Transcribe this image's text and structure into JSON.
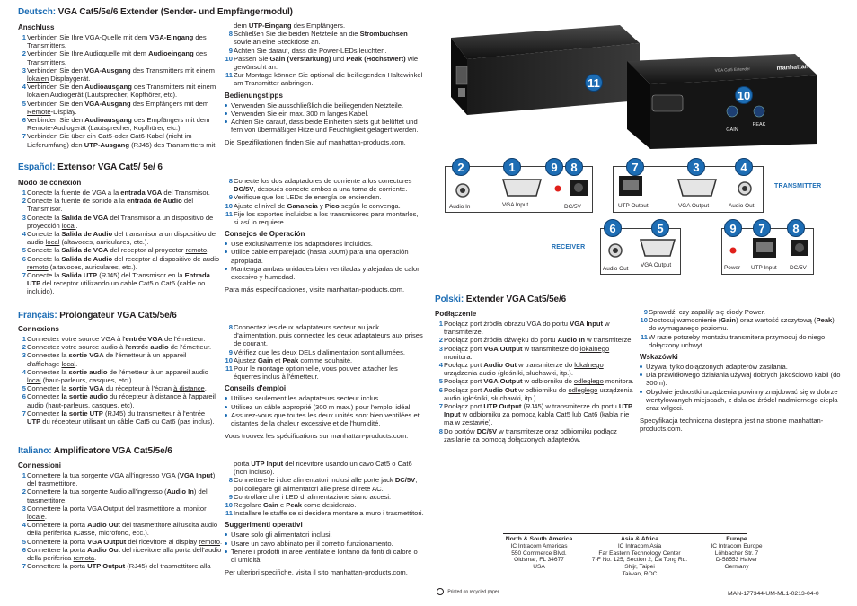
{
  "de": {
    "lang": "Deutsch:",
    "title": "VGA Cat5/5e/6 Extender (Sender- und Empfängermodul)",
    "h_connect": "Anschluss",
    "steps": [
      {
        "n": "1",
        "t": "Verbinden Sie Ihre VGA-Quelle mit dem <b>VGA-Eingang</b> des Transmitters."
      },
      {
        "n": "2",
        "t": "Verbinden Sie Ihre Audioquelle mit dem <b>Audioeingang</b> des Transmitters."
      },
      {
        "n": "3",
        "t": "Verbinden Sie den <b>VGA-Ausgang</b> des Transmitters mit einem <u>lokalen</u> Displaygerät."
      },
      {
        "n": "4",
        "t": "Verbinden Sie den <b>Audioausgang</b> des Transmitters mit einem lokalen Audiogerät (Lautsprecher, Kopfhörer, etc)."
      },
      {
        "n": "5",
        "t": "Verbinden Sie den <b>VGA-Ausgang</b> des Empfängers mit dem <u>Remote</u>-Display."
      },
      {
        "n": "6",
        "t": "Verbinden Sie den <b>Audioausgang</b> des Empfängers mit dem Remote-Audiogerät (Lautsprecher, Kopfhörer, etc.)."
      },
      {
        "n": "7",
        "t": "Verbinden Sie über ein Cat5-oder Cat6-Kabel (nicht im Lieferumfang) den <b>UTP-Ausgang</b> (RJ45) des Transmitters mit"
      }
    ],
    "steps2": [
      {
        "n": "",
        "t": "dem <b>UTP-Eingang</b> des Empfängers."
      },
      {
        "n": "8",
        "t": "Schließen Sie die beiden Netzteile an die <b>Strombuchsen</b> sowie an eine Steckdose an."
      },
      {
        "n": "9",
        "t": "Achten Sie darauf, dass die Power-LEDs leuchten."
      },
      {
        "n": "10",
        "t": "Passen Sie <b>Gain (Verstärkung)</b> und <b>Peak (Höchstwert)</b> wie gewünscht an."
      },
      {
        "n": "11",
        "t": "Zur Montage können Sie optional die beiliegenden Haltewinkel am Transmitter anbringen."
      }
    ],
    "h_tips": "Bedienungstipps",
    "tips": [
      "Verwenden Sie ausschließlich die beiliegenden Netzteile.",
      "Verwenden Sie ein max. 300 m langes Kabel.",
      "Achten Sie darauf, dass beide Einheiten stets gut belüftet und fern von übermäßiger Hitze und Feuchtigkeit gelagert werden."
    ],
    "note": "Die Spezifikationen finden Sie auf manhattan-products.com."
  },
  "es": {
    "lang": "Español:",
    "title": "Extensor VGA Cat5/ 5e/ 6",
    "h_connect": "Modo de conexión",
    "steps": [
      {
        "n": "1",
        "t": "Conecte la fuente de VGA a la <b>entrada VGA</b> del Transmisor."
      },
      {
        "n": "2",
        "t": "Conecte la fuente de sonido a la <b>entrada de Audio</b> del Transmisor."
      },
      {
        "n": "3",
        "t": "Conecte la <b>Salida de VGA</b> del Transmisor a un dispositivo de proyección <u>local</u>."
      },
      {
        "n": "4",
        "t": "Conecte la <b>Salida de Audio</b> del transmisor a un dispositivo de audio <u>local</u> (altavoces, auriculares, etc.)."
      },
      {
        "n": "5",
        "t": "Conecte la <b>Salida de VGA</b> del receptor al proyector <u>remoto</u>."
      },
      {
        "n": "6",
        "t": "Conecte la <b>Salida de Audio</b> del receptor al dispositivo de audio <u>remoto</u> (altavoces, auriculares, etc.)."
      },
      {
        "n": "7",
        "t": "Conecte la <b>Salida UTP</b> (RJ45) del Transmisor en la <b>Entrada UTP</b> del receptor utilizando un cable Cat5 o Cat6 (cable no incluido)."
      }
    ],
    "steps2": [
      {
        "n": "8",
        "t": "Conecte los dos adaptadores de corriente a los conectores <b>DC/5V</b>, después conecte ambos a una toma de corriente."
      },
      {
        "n": "9",
        "t": "Verifique que los LEDs de energía se encienden."
      },
      {
        "n": "10",
        "t": "Ajuste el nivel de <b>Ganancia</b> y <b>Pico</b> según le convenga."
      },
      {
        "n": "11",
        "t": "Fije los soportes incluidos a los transmisores para montarlos, si así lo requiere."
      }
    ],
    "h_tips": "Consejos de Operación",
    "tips": [
      "Use exclusivamente los adaptadores incluidos.",
      "Utilice cable emparejado (hasta 300m) para una operación apropiada.",
      "Mantenga ambas unidades bien ventiladas y alejadas de calor excesivo y humedad."
    ],
    "note": "Para más especificaciones, visite manhattan-products.com."
  },
  "fr": {
    "lang": "Français:",
    "title": "Prolongateur VGA Cat5/5e/6",
    "h_connect": "Connexions",
    "steps": [
      {
        "n": "1",
        "t": "Connectez votre source VGA à l'<b>entrée VGA</b> de l'émetteur."
      },
      {
        "n": "2",
        "t": "Connectez votre source audio à l'<b>entrée audio</b> de l'émetteur."
      },
      {
        "n": "3",
        "t": "Connectez la <b>sortie VGA</b> de l'émetteur à un appareil d'affichage <u>local</u>."
      },
      {
        "n": "4",
        "t": "Connectez la <b>sortie audio</b> de l'émetteur à un appareil audio <u>local</u> (haut-parleurs, casques, etc.)."
      },
      {
        "n": "5",
        "t": "Connectez la <b>sortie VGA</b> du récepteur à l'écran <u>à distance</u>."
      },
      {
        "n": "6",
        "t": "Connectez <b>la sortie audio</b> du récepteur <u>à distance</u> à l'appareil audio (haut-parleurs, casques, etc)."
      },
      {
        "n": "7",
        "t": "Connectez <b>la sortie UTP</b> (RJ45) du transmetteur à l'entrée <b>UTP</b> du récepteur utilisant un câble Cat5 ou Cat6 (pas inclus)."
      }
    ],
    "steps2": [
      {
        "n": "8",
        "t": "Connectez les deux adaptateurs secteur au jack d'alimentation, puis connectez les deux adaptateurs aux prises de courant."
      },
      {
        "n": "9",
        "t": "Vérifiez que les deux DELs d'alimentation sont allumées."
      },
      {
        "n": "10",
        "t": "Ajustez <b>Gain</b> et <b>Peak</b> comme souhaité."
      },
      {
        "n": "11",
        "t": "Pour le montage optionnelle, vous pouvez attacher les équerres inclus à l'émetteur."
      }
    ],
    "h_tips": "Conseils d'emploi",
    "tips": [
      "Utilisez seulement les adaptateurs secteur inclus.",
      "Utilisez un câble approprié (300 m max.) pour l'emploi idéal.",
      "Assurez-vous que toutes les deux unités sont bien ventilées et distantes de la chaleur excessive et de l'humidité."
    ],
    "note": "Vous trouvez les spécifications sur manhattan-products.com."
  },
  "it": {
    "lang": "Italiano:",
    "title": "Amplificatore VGA Cat5/5e/6",
    "h_connect": "Connessioni",
    "steps": [
      {
        "n": "1",
        "t": "Connettere la tua sorgente VGA all'ingresso VGA (<b>VGA Input</b>) del trasmettitore."
      },
      {
        "n": "2",
        "t": "Connettere la tua sorgente Audio all'ingresso (<b>Audio In</b>) del trasmettitore."
      },
      {
        "n": "3",
        "t": "Connettere la porta VGA Output del trasmettitore al monitor <u>locale</u>."
      },
      {
        "n": "4",
        "t": "Connettere la porta <b>Audio Out</b> del trasmettitore all'uscita audio della periferica (Casse, microfono, ecc.)."
      },
      {
        "n": "5",
        "t": "Connettere la porta <b>VGA Output</b> del ricevitore al display <u>remoto</u>."
      },
      {
        "n": "6",
        "t": "Connettere la porta <b>Audio Out</b> del ricevitore alla porta dell'audio della periferica <u>remota</u>."
      },
      {
        "n": "7",
        "t": "Connettere la porta <b>UTP Output</b> (RJ45) del trasmettitore alla"
      }
    ],
    "steps2": [
      {
        "n": "",
        "t": "porta <b>UTP Input</b> del ricevitore usando un cavo Cat5 o Cat6 (non incluso)."
      },
      {
        "n": "8",
        "t": "Connettere le i due alimentatori inclusi alle porte jack <b>DC/5V</b>, poi collegare gli alimentatori alle prese di rete AC."
      },
      {
        "n": "9",
        "t": "Controllare che i LED di alimentazione siano accesi."
      },
      {
        "n": "10",
        "t": "Regolare <b>Gain</b> e <b>Peak</b> come desiderato."
      },
      {
        "n": "11",
        "t": "Installare le staffe se si desidera montare a muro i trasmettitori."
      }
    ],
    "h_tips": "Suggerimenti operativi",
    "tips": [
      "Usare solo gli alimentatori inclusi.",
      "Usare un cavo abbinato per il corretto funzionamento.",
      "Tenere i prodotti in aree ventilate e lontano da fonti di calore o di umidità."
    ],
    "note": "Per ulteriori specifiche, visita il sito manhattan-products.com."
  },
  "pl": {
    "lang": "Polski:",
    "title": "Extender VGA Cat5/5e/6",
    "h_connect": "Podłączenie",
    "steps": [
      {
        "n": "1",
        "t": "Podłącz port źródła obrazu VGA do portu <b>VGA Input</b> w transmiterze."
      },
      {
        "n": "2",
        "t": "Podłącz port źródła dźwięku do portu <b>Audio In</b> w transmiterze."
      },
      {
        "n": "3",
        "t": "Podłącz port <b>VGA Output</b> w transmiterze do <u>lokalnego</u> monitora."
      },
      {
        "n": "4",
        "t": "Podłącz port <b>Audio Out</b> w transmiterze do <u>lokalnego</u> urządzenia audio (głośniki, słuchawki, itp.)."
      },
      {
        "n": "5",
        "t": "Podłącz port <b>VGA Output</b> w odbiorniku do <u>odległego</u> monitora."
      },
      {
        "n": "6",
        "t": "Podłącz port <b>Audio Out</b> w odbiorniku do <u>odległego</u> urządzenia audio (głośniki, słuchawki, itp.)"
      },
      {
        "n": "7",
        "t": "Podłącz port <b>UTP Output</b> (RJ45) w transmiterze do portu <b>UTP Input</b> w odbiorniku za pomocą kabla Cat5 lub Cat6 (kabla nie ma w zestawie)."
      },
      {
        "n": "8",
        "t": "Do portów <b>DC/5V</b> w transmiterze oraz odbiorniku podłącz zasilanie za pomocą dołączonych adapterów."
      }
    ],
    "steps2": [
      {
        "n": "9",
        "t": "Sprawdź, czy zapaliły się diody Power."
      },
      {
        "n": "10",
        "t": "Dostosuj wzmocnienie (<b>Gain</b>) oraz wartość szczytową (<b>Peak</b>) do wymaganego poziomu."
      },
      {
        "n": "11",
        "t": "W razie potrzeby montażu transmitera przymocuj do niego dołączony uchwyt."
      }
    ],
    "h_tips": "Wskazówki",
    "tips": [
      "Używaj tylko dołączonych adapterów zasilania.",
      "Dla prawidłowego działania używaj dobrych jakościowo kabli (do 300m).",
      "Obydwie jednostki urządzenia powinny znajdować się w dobrze wentylowanych miejscach, z dala od źródeł nadmiernego ciepła oraz wilgoci."
    ],
    "note": "Specyfikacja techniczna dostępna jest na stronie manhattan-products.com."
  },
  "diagram": {
    "transmitter_tag": "TRANSMITTER",
    "receiver_tag": "RECEIVER",
    "tx_left": {
      "audio_in": "Audio In",
      "vga_input": "VGA Input",
      "dc": "DC/5V"
    },
    "tx_right": {
      "utp_output": "UTP Output",
      "vga_output": "VGA Output",
      "audio_out": "Audio Out"
    },
    "rx_left": {
      "audio_out": "Audio Out",
      "vga_output": "VGA Output"
    },
    "rx_right": {
      "power": "Power",
      "utp_input": "UTP Input",
      "dc": "DC/5V"
    },
    "badges": {
      "b2": "2",
      "b1": "1",
      "b9": "9",
      "b8": "8",
      "b7": "7",
      "b3": "3",
      "b4": "4",
      "b6": "6",
      "b5": "5",
      "b9r": "9",
      "b7r": "7",
      "b8r": "8",
      "b11": "11",
      "b10": "10"
    },
    "photo": {
      "gain": "GAIN",
      "peak": "PEAK",
      "brand": "manhattan",
      "model": "VGA Cat5 Extender"
    }
  },
  "footer": {
    "na": {
      "h": "North & South America",
      "l1": "IC Intracom Americas",
      "l2": "550 Commerce Blvd.",
      "l3": "Oldsmar, FL 34677",
      "l4": "USA"
    },
    "asia": {
      "h": "Asia & Africa",
      "l1": "IC Intracom Asia",
      "l2": "Far Eastern Technology Center",
      "l3": "7-F No. 125, Section 2, Da Tong Rd.",
      "l4": "Shijr, Taipei",
      "l5": "Taiwan, ROC"
    },
    "eu": {
      "h": "Europe",
      "l1": "IC Intracom Europe",
      "l2": "Löhbacher Str. 7",
      "l3": "D-58553 Halver",
      "l4": "Germany"
    },
    "recycled": "Printed on recycled paper",
    "code": "MAN-177344-UM-ML1-0213-04-0"
  },
  "colors": {
    "accent": "#1d6db4",
    "led": "#e0201b"
  }
}
